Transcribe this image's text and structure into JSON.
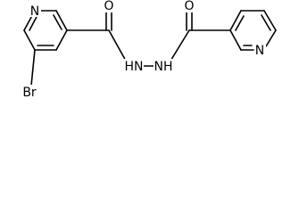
{
  "atoms": {
    "n_left": "N",
    "o_left": "O",
    "hn_left": "HN",
    "nh_right": "NH",
    "o_right": "O",
    "n_right": "N",
    "br": "Br"
  }
}
